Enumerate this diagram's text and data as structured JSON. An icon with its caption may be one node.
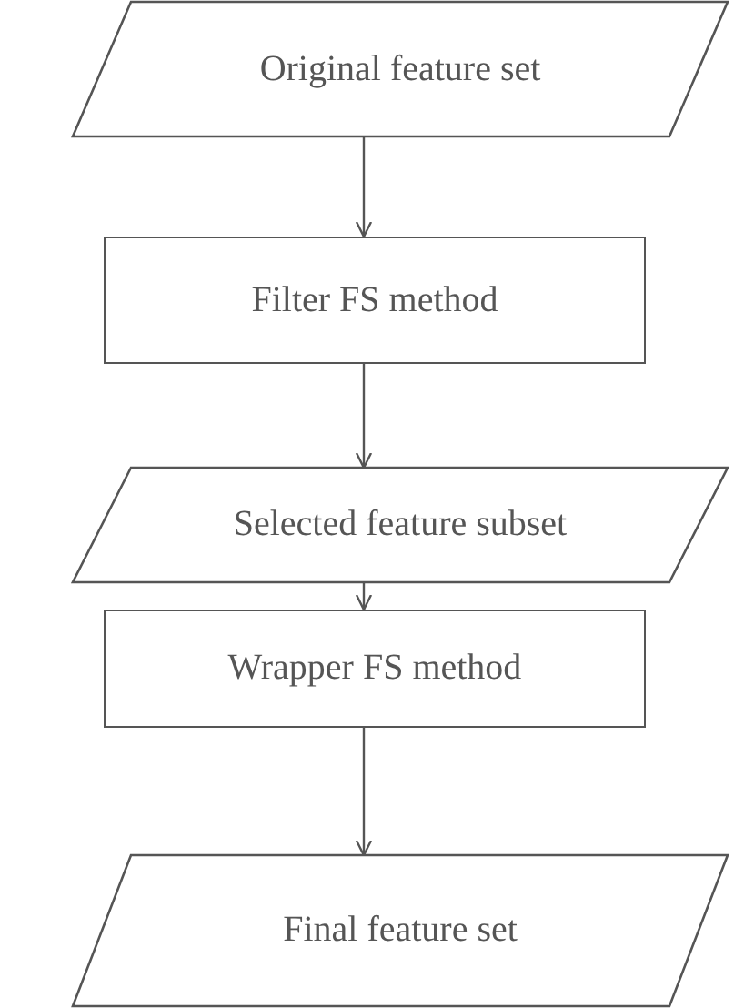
{
  "diagram": {
    "nodes": [
      {
        "text": [
          "Original feature set"
        ]
      },
      {
        "text": [
          "Filter FS method"
        ]
      },
      {
        "text": [
          "Selected feature subset"
        ]
      },
      {
        "text": [
          "Wrapper FS method"
        ]
      },
      {
        "text": [
          "Final feature set"
        ]
      }
    ],
    "edges": [
      {
        "from": 0,
        "to": 1,
        "arrow": "to"
      },
      {
        "from": 1,
        "to": 2,
        "arrow": "to"
      },
      {
        "from": 2,
        "to": 3,
        "arrow": "to"
      },
      {
        "from": 3,
        "to": 4,
        "arrow": "to"
      }
    ]
  }
}
